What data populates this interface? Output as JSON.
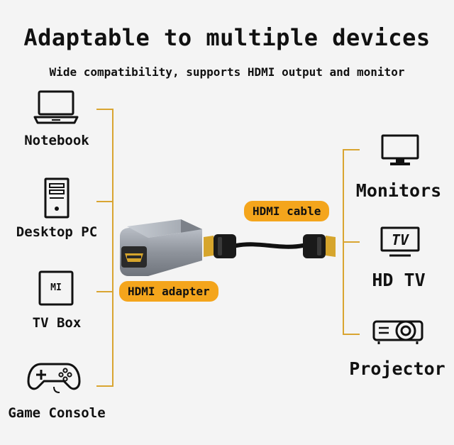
{
  "heading": {
    "title": "Adaptable to multiple devices",
    "subtitle": "Wide compatibility, supports HDMI output and monitor"
  },
  "left_devices": [
    {
      "label": "Notebook",
      "icon": "laptop-icon"
    },
    {
      "label": "Desktop PC",
      "icon": "desktop-tower-icon"
    },
    {
      "label": "TV Box",
      "icon": "tv-box-icon",
      "icon_text": "MI"
    },
    {
      "label": "Game Console",
      "icon": "gamepad-icon"
    }
  ],
  "right_devices": [
    {
      "label": "Monitors",
      "icon": "monitor-icon"
    },
    {
      "label": "HD TV",
      "icon": "tv-icon",
      "icon_text": "TV"
    },
    {
      "label": "Projector",
      "icon": "projector-icon"
    }
  ],
  "badges": {
    "adapter": "HDMI adapter",
    "cable": "HDMI cable"
  },
  "colors": {
    "accent": "#f4a51c",
    "connector_line": "#d9a531",
    "adapter_body": "#8e939b"
  }
}
